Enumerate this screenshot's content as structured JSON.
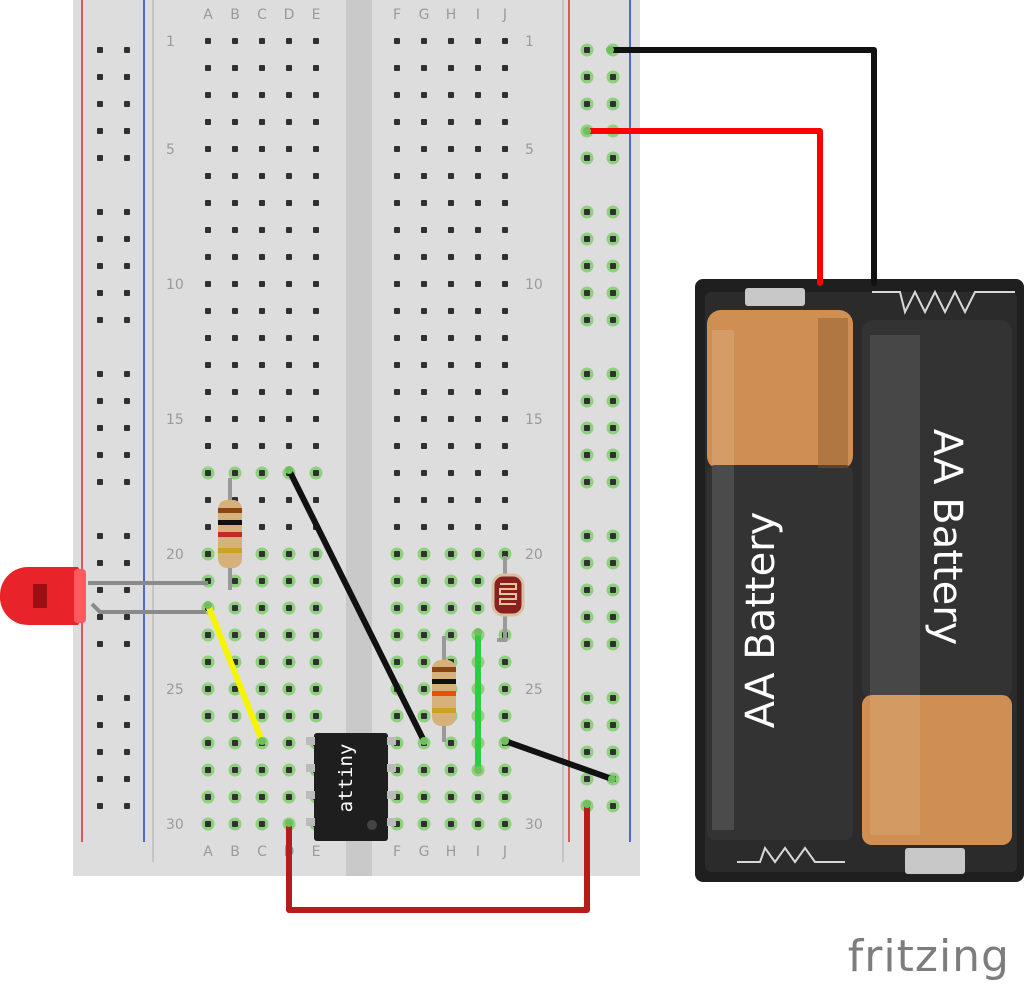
{
  "breadboard": {
    "column_letters_left": [
      "A",
      "B",
      "C",
      "D",
      "E"
    ],
    "column_letters_right": [
      "F",
      "G",
      "H",
      "I",
      "J"
    ],
    "row_numbers": [
      "1",
      "5",
      "10",
      "15",
      "20",
      "25",
      "30"
    ]
  },
  "battery": {
    "cell_left_label": "AA Battery",
    "cell_right_label": "AA Battery"
  },
  "chip": {
    "label": "attiny"
  },
  "brand": {
    "name": "fritzing"
  },
  "colors": {
    "wire_black": "#111111",
    "wire_red": "#ff0000",
    "wire_dark_red": "#b71c1c",
    "wire_yellow": "#f5f500",
    "wire_green": "#2ecc40",
    "led": "#e8232a",
    "rail_red": "#d32f2f",
    "rail_blue": "#1e3fd8",
    "board": "#dddddd",
    "hole_highlight": "#8fd07f",
    "battery_case": "#1f1f1f",
    "battery_copper": "#cf8f52"
  },
  "icons": [
    "resistor-icon",
    "photoresistor-icon",
    "led-icon",
    "ic-chip-icon",
    "battery-holder-icon"
  ]
}
